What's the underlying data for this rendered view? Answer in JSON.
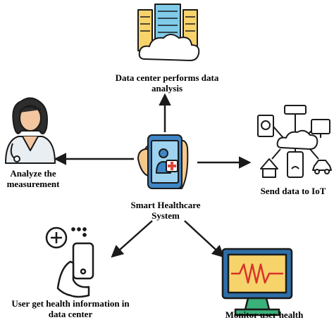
{
  "nodes": {
    "data_center": {
      "line1": "Data center performs data",
      "line2": "analysis"
    },
    "analyze": {
      "line1": "Analyze the",
      "line2": "measurement"
    },
    "iot": {
      "line1": "Send data to IoT"
    },
    "system": {
      "line1": "Smart Healthcare",
      "line2": "System"
    },
    "user_info": {
      "line1": "User get health information in",
      "line2": "data center"
    },
    "monitor": {
      "line1": "Monitor user health"
    }
  },
  "colors": {
    "stroke": "#1a1a1a",
    "server_yellow": "#f6d36b",
    "server_blue": "#7fcbe8",
    "server_grey": "#d9d9d9",
    "cloud": "#ffffff",
    "phone_blue": "#3f86c6",
    "phone_screen": "#9ed3ef",
    "hand": "#f6c98a",
    "cross_red": "#e0443a",
    "doctor_coat": "#e8eef2",
    "doctor_hair": "#2d2d2d",
    "doctor_skin": "#f3c6a0",
    "monitor_frame": "#2f6fa8",
    "monitor_screen": "#f6d36b",
    "monitor_wave": "#d8322a",
    "monitor_stand": "#3ab07a"
  },
  "icons": [
    "server-cloud-icon",
    "doctor-icon",
    "phone-hand-icon",
    "iot-network-icon",
    "phone-add-icon",
    "monitor-heartbeat-icon"
  ]
}
